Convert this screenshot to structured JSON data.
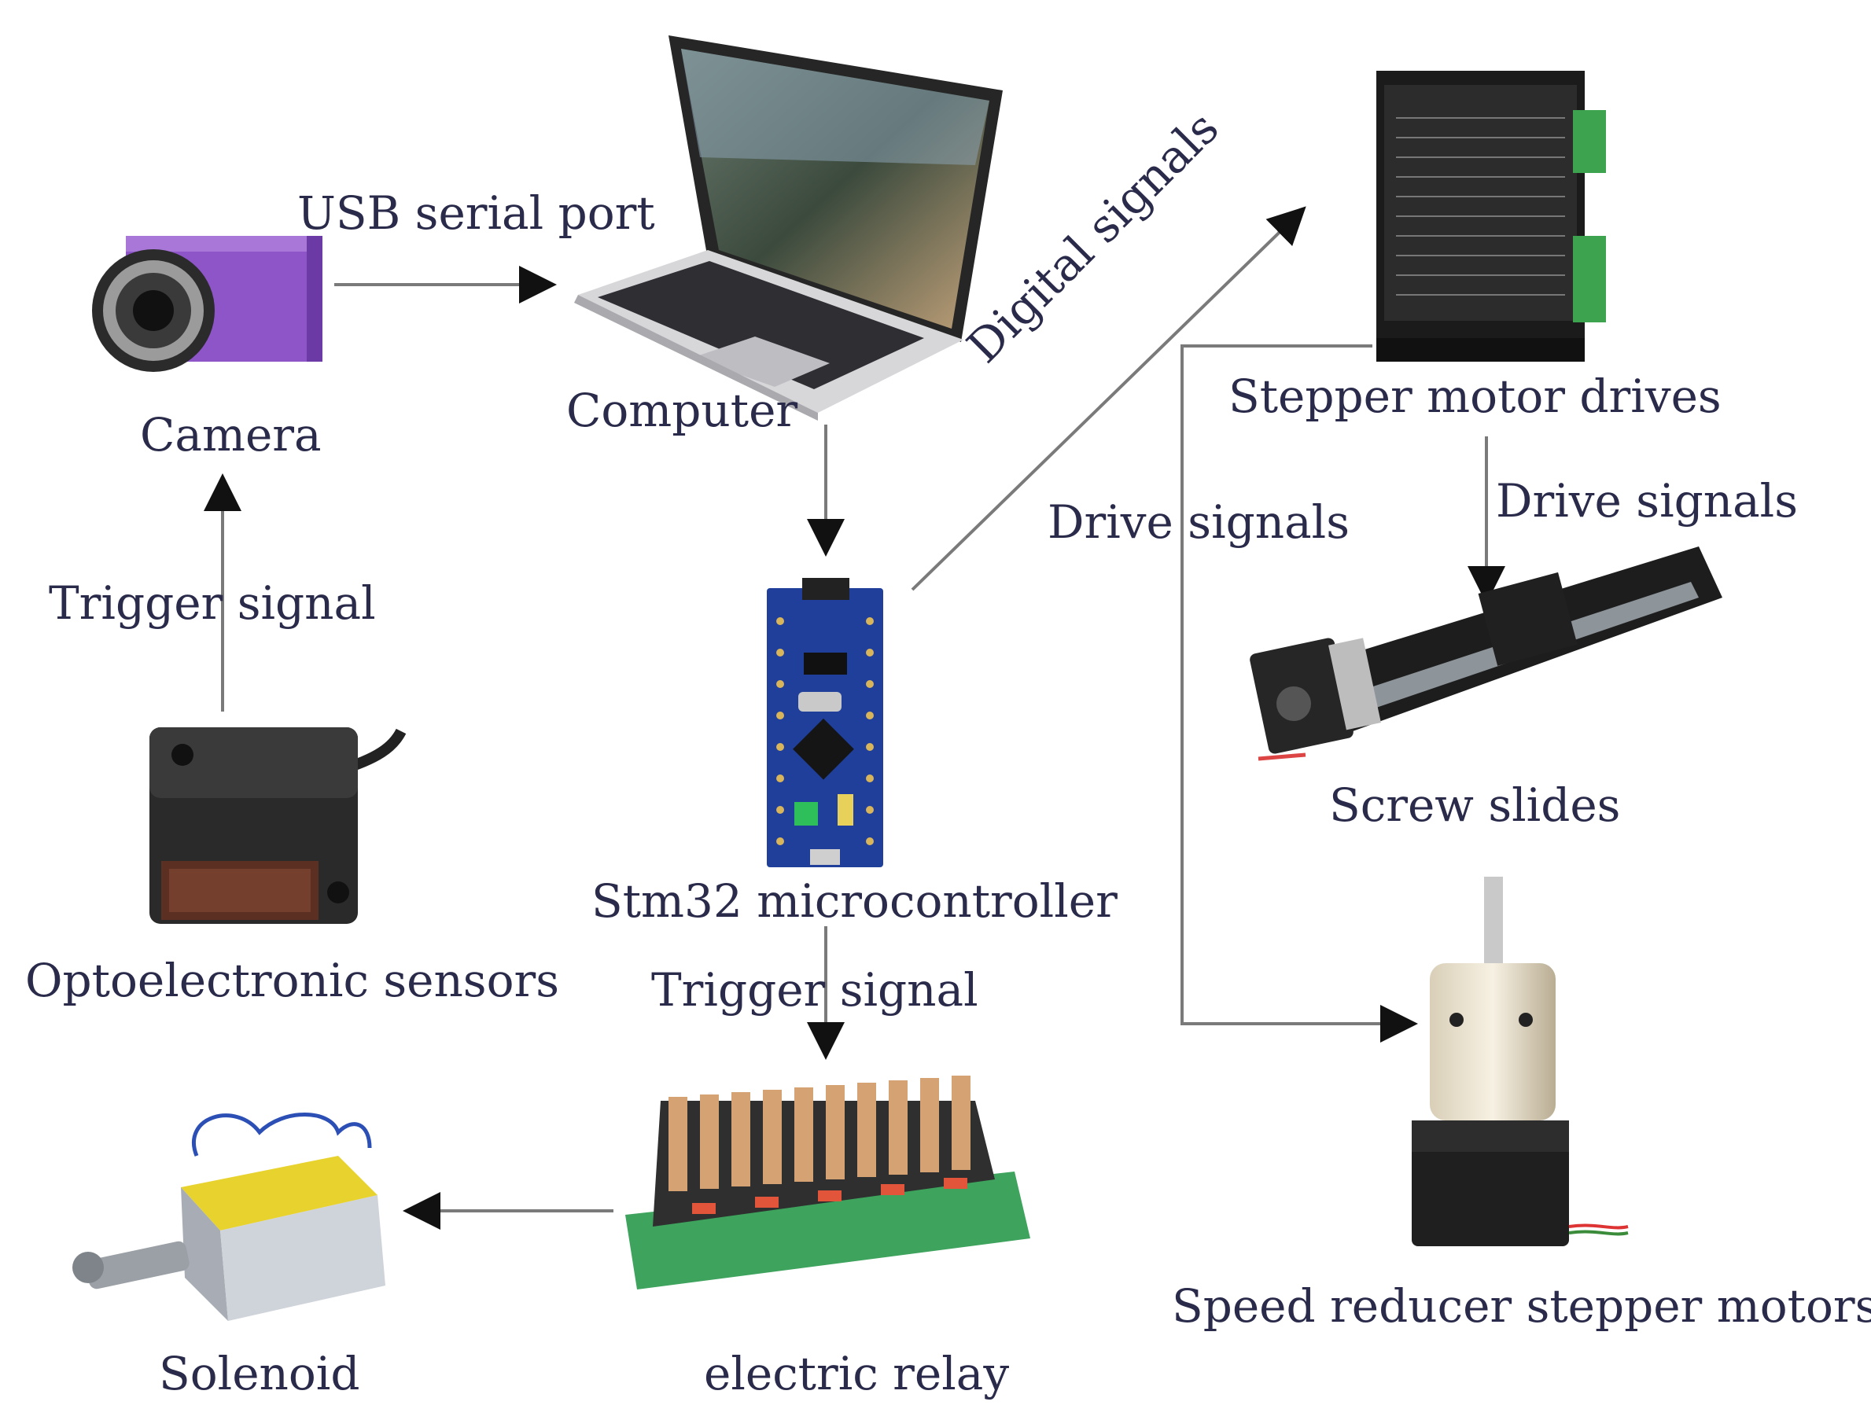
{
  "labels": {
    "camera": "Camera",
    "computer": "Computer",
    "usb": "USB serial port",
    "digital": "Digital signals",
    "stepper_drives": "Stepper motor drives",
    "drive_signals_left": "Drive signals",
    "drive_signals_right": "Drive signals",
    "trigger_left": "Trigger signal",
    "stm32": "Stm32 microcontroller",
    "trigger_mid": "Trigger signal",
    "opto": "Optoelectronic sensors",
    "screw": "Screw slides",
    "solenoid": "Solenoid",
    "relay": "electric relay",
    "reducer": "Speed reducer stepper motors"
  },
  "colors": {
    "text": "#2a2a4a",
    "line": "#7a7a7a",
    "arrow": "#111111",
    "camera_body": "#8e55c9",
    "pcb_blue": "#1f3f9a",
    "relay_green": "#3da35d",
    "solenoid_yellow": "#f2d22e"
  }
}
